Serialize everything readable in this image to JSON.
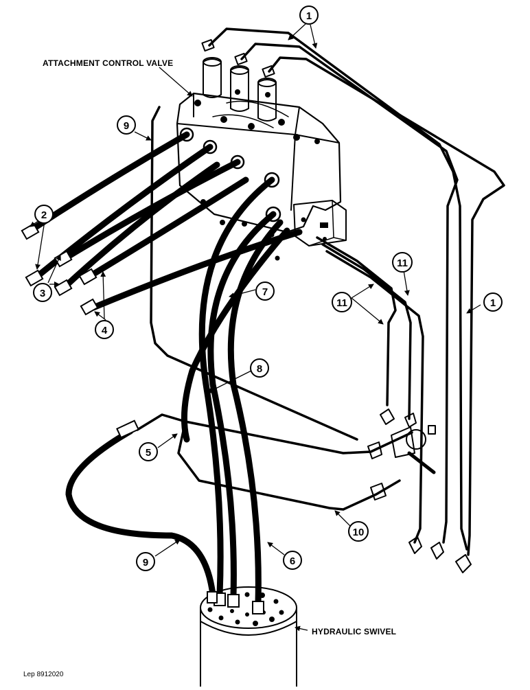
{
  "labels": {
    "valve": "ATTACHMENT CONTROL VALVE",
    "swivel": "HYDRAULIC SWIVEL",
    "ref": "Lep 8912020"
  },
  "callouts": {
    "c1_top": "1",
    "c1_right": "1",
    "c2": "2",
    "c3": "3",
    "c4": "4",
    "c5": "5",
    "c6": "6",
    "c7": "7",
    "c8": "8",
    "c9_top": "9",
    "c9_bottom": "9",
    "c10": "10",
    "c11_top": "11",
    "c11_left": "11"
  }
}
